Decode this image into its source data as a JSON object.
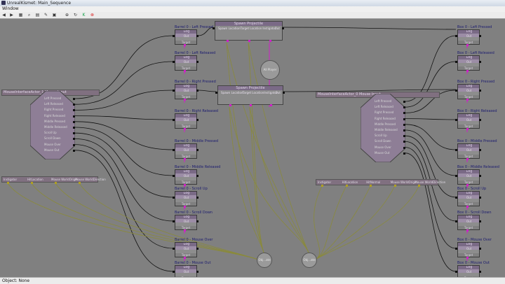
{
  "window": {
    "title": "UnrealKismet: Main_Sequence"
  },
  "menu": {
    "window": "Window"
  },
  "toolbar": {
    "icons": [
      "back-arrow-icon",
      "forward-arrow-icon",
      "open-icon",
      "search-icon",
      "sequence-icon",
      "properties-icon",
      "save-icon",
      "zoom-icon",
      "refresh-icon",
      "stop-icon"
    ]
  },
  "status": {
    "text": "Object: None"
  },
  "node_parts": {
    "log": "Log",
    "out": "Out",
    "target": "Target"
  },
  "left_logs": [
    {
      "label": "Barrel 0 - Left Pressed"
    },
    {
      "label": "Barrel 0 - Left Released"
    },
    {
      "label": "Barrel 0 - Right Pressed"
    },
    {
      "label": "Barrel 0 - Right Released"
    },
    {
      "label": "Barrel 0 - Middle Pressed"
    },
    {
      "label": "Barrel 0 - Middle Released"
    },
    {
      "label": "Barrel 0 - Scroll Up"
    },
    {
      "label": "Barrel 0 - Scroll Down"
    },
    {
      "label": "Barrel 0 - Mouse Over"
    },
    {
      "label": "Barrel 0 - Mouse Out"
    }
  ],
  "right_logs": [
    {
      "label": "Box 0 - Left Pressed"
    },
    {
      "label": "Box 0 - Left Released"
    },
    {
      "label": "Box 0 - Right Pressed"
    },
    {
      "label": "Box 0 - Right Released"
    },
    {
      "label": "Box 0 - Middle Pressed"
    },
    {
      "label": "Box 0 - Middle Released"
    },
    {
      "label": "Box 0 - Scroll Up"
    },
    {
      "label": "Box 0 - Scroll Down"
    },
    {
      "label": "Box 0 - Mouse Over"
    },
    {
      "label": "Box 0 - Mouse Out"
    }
  ],
  "spawn_nodes": [
    {
      "title": "Spawn Projectile",
      "pins": [
        "Spawn Location",
        "Target Location",
        "Instigator"
      ],
      "out": "Out"
    },
    {
      "title": "Spawn Projectile",
      "pins": [
        "Spawn Location",
        "Target Location",
        "Instigator"
      ],
      "out": "Out"
    }
  ],
  "mouse_nodes": [
    {
      "title": "MouseInterfaceActor_1 Mouse Input",
      "events": [
        "Left Pressed",
        "Left Released",
        "Right Pressed",
        "Right Released",
        "Middle Pressed",
        "Middle Released",
        "Scroll Up",
        "Scroll Down",
        "Mouse Over",
        "Mouse Out"
      ],
      "vars": [
        "Instigator",
        "HitLocation",
        "Mouse WorldOrigin",
        "Mouse WorldDirection"
      ]
    },
    {
      "title": "MouseInterfaceActor_0 Mouse Input",
      "events": [
        "Left Pressed",
        "Left Released",
        "Right Pressed",
        "Right Released",
        "Middle Pressed",
        "Middle Released",
        "Scroll Up",
        "Scroll Down",
        "Mouse Over",
        "Mouse Out"
      ],
      "vars": [
        "Instigator",
        "HitLocation",
        "HitNormal",
        "Mouse WorldOrigin",
        "Mouse WorldDirection"
      ]
    }
  ],
  "variables": {
    "all_player": "All Player",
    "obj1": "Obj...ate",
    "obj2": "Obj...ate"
  },
  "colors": {
    "canvas": "#808080",
    "node_header": "#7a6a86",
    "wire_black": "#111111",
    "wire_olive": "#8a8a3a",
    "wire_magenta": "#d020c8"
  }
}
